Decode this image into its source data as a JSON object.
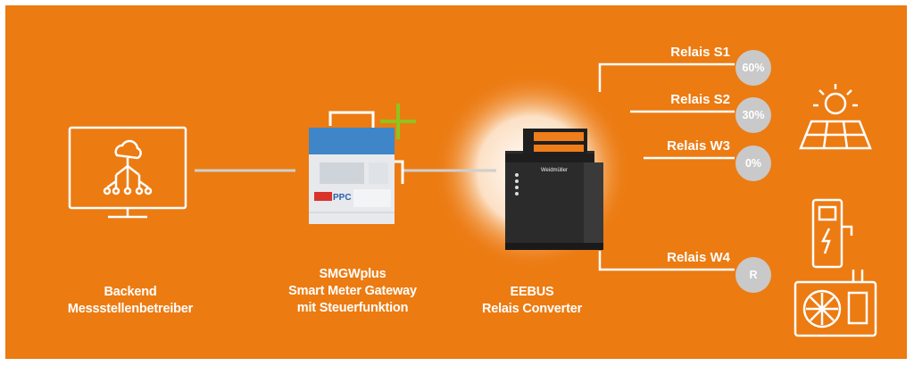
{
  "nodes": {
    "backend": {
      "line1": "Backend",
      "line2": "Messstellenbetreiber"
    },
    "gateway": {
      "line1": "SMGWplus",
      "line2": "Smart Meter Gateway",
      "line3": "mit Steuerfunktion",
      "brand": "PPC"
    },
    "converter": {
      "line1": "EEBUS",
      "line2": "Relais Converter",
      "brand": "Weidmüller"
    }
  },
  "relays": [
    {
      "name": "Relais S1",
      "value": "60%"
    },
    {
      "name": "Relais S2",
      "value": "30%"
    },
    {
      "name": "Relais W3",
      "value": "0%"
    },
    {
      "name": "Relais W4",
      "value": "R"
    }
  ],
  "icons": [
    "monitor-network-icon",
    "plus-icon",
    "sun-icon",
    "solar-panel-icon",
    "ev-charger-icon",
    "heat-pump-icon"
  ],
  "colors": {
    "background": "#ec7b12",
    "badge": "#c9c9c9",
    "plus": "#8fc31f",
    "gateway_blue": "#3f86c9"
  }
}
